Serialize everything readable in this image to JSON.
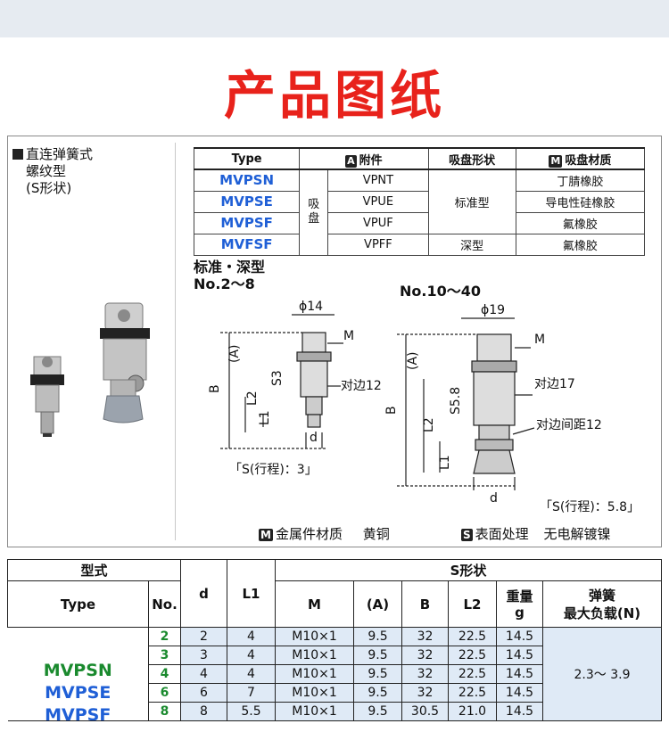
{
  "title": "产品图纸",
  "product": {
    "line1": "直连弹簧式",
    "line2": "螺纹型",
    "line3": "(S形状)"
  },
  "spec_table": {
    "headers": {
      "type": "Type",
      "attach_badge": "A",
      "attach": "附件",
      "shape": "吸盘形状",
      "material_badge": "M",
      "material": "吸盘材质"
    },
    "merged_label": "吸盘",
    "rows": [
      {
        "type": "MVPSN",
        "attach": "VPNT",
        "material": "丁腈橡胶"
      },
      {
        "type": "MVPSE",
        "attach": "VPUE",
        "material": "导电性硅橡胶"
      },
      {
        "type": "MVPSF",
        "attach": "VPUF",
        "material": "氟橡胶"
      },
      {
        "type": "MVFSF",
        "attach": "VPFF",
        "material": "氟橡胶"
      }
    ],
    "shape_standard": "标准型",
    "shape_deep": "深型"
  },
  "drawing": {
    "subtitle1": "标准・深型",
    "subtitle2": "No.2～8",
    "subtitle3": "No.10～40",
    "left": {
      "phi": "ϕ14",
      "M": "M",
      "A": "(A)",
      "B": "B",
      "L2": "L2",
      "S3": "S3",
      "L1": "L1",
      "d": "d",
      "hex": "对边12",
      "stroke": "「S(行程)：3」"
    },
    "right": {
      "phi": "ϕ19",
      "M": "M",
      "A": "(A)",
      "B": "B",
      "L2": "L2",
      "S58": "S5.8",
      "L1": "L1",
      "d": "d",
      "hex1": "对边17",
      "hex2": "对边间距12",
      "stroke": "「S(行程)：5.8」"
    }
  },
  "footer": {
    "m_badge": "M",
    "m_label": "金属件材质",
    "m_value": "黄铜",
    "s_badge": "S",
    "s_label": "表面处理",
    "s_value": "无电解镀镍"
  },
  "dim_table": {
    "h_model": "型式",
    "h_type": "Type",
    "h_no": "No.",
    "h_d": "d",
    "h_l1": "L1",
    "h_sshape": "S形状",
    "h_m": "M",
    "h_a": "(A)",
    "h_b": "B",
    "h_l2": "L2",
    "h_weight1": "重量",
    "h_weight2": "g",
    "h_spring1": "弹簧",
    "h_spring2": "最大负载(N)",
    "models": [
      "MVPSN",
      "MVPSE",
      "MVPSF"
    ],
    "spring_value": "2.3～ 3.9",
    "rows": [
      {
        "no": "2",
        "d": "2",
        "l1": "4",
        "m": "M10×1",
        "a": "9.5",
        "b": "32",
        "l2": "22.5",
        "g": "14.5"
      },
      {
        "no": "3",
        "d": "3",
        "l1": "4",
        "m": "M10×1",
        "a": "9.5",
        "b": "32",
        "l2": "22.5",
        "g": "14.5"
      },
      {
        "no": "4",
        "d": "4",
        "l1": "4",
        "m": "M10×1",
        "a": "9.5",
        "b": "32",
        "l2": "22.5",
        "g": "14.5"
      },
      {
        "no": "6",
        "d": "6",
        "l1": "7",
        "m": "M10×1",
        "a": "9.5",
        "b": "32",
        "l2": "22.5",
        "g": "14.5"
      },
      {
        "no": "8",
        "d": "8",
        "l1": "5.5",
        "m": "M10×1",
        "a": "9.5",
        "b": "30.5",
        "l2": "21.0",
        "g": "14.5"
      }
    ]
  }
}
